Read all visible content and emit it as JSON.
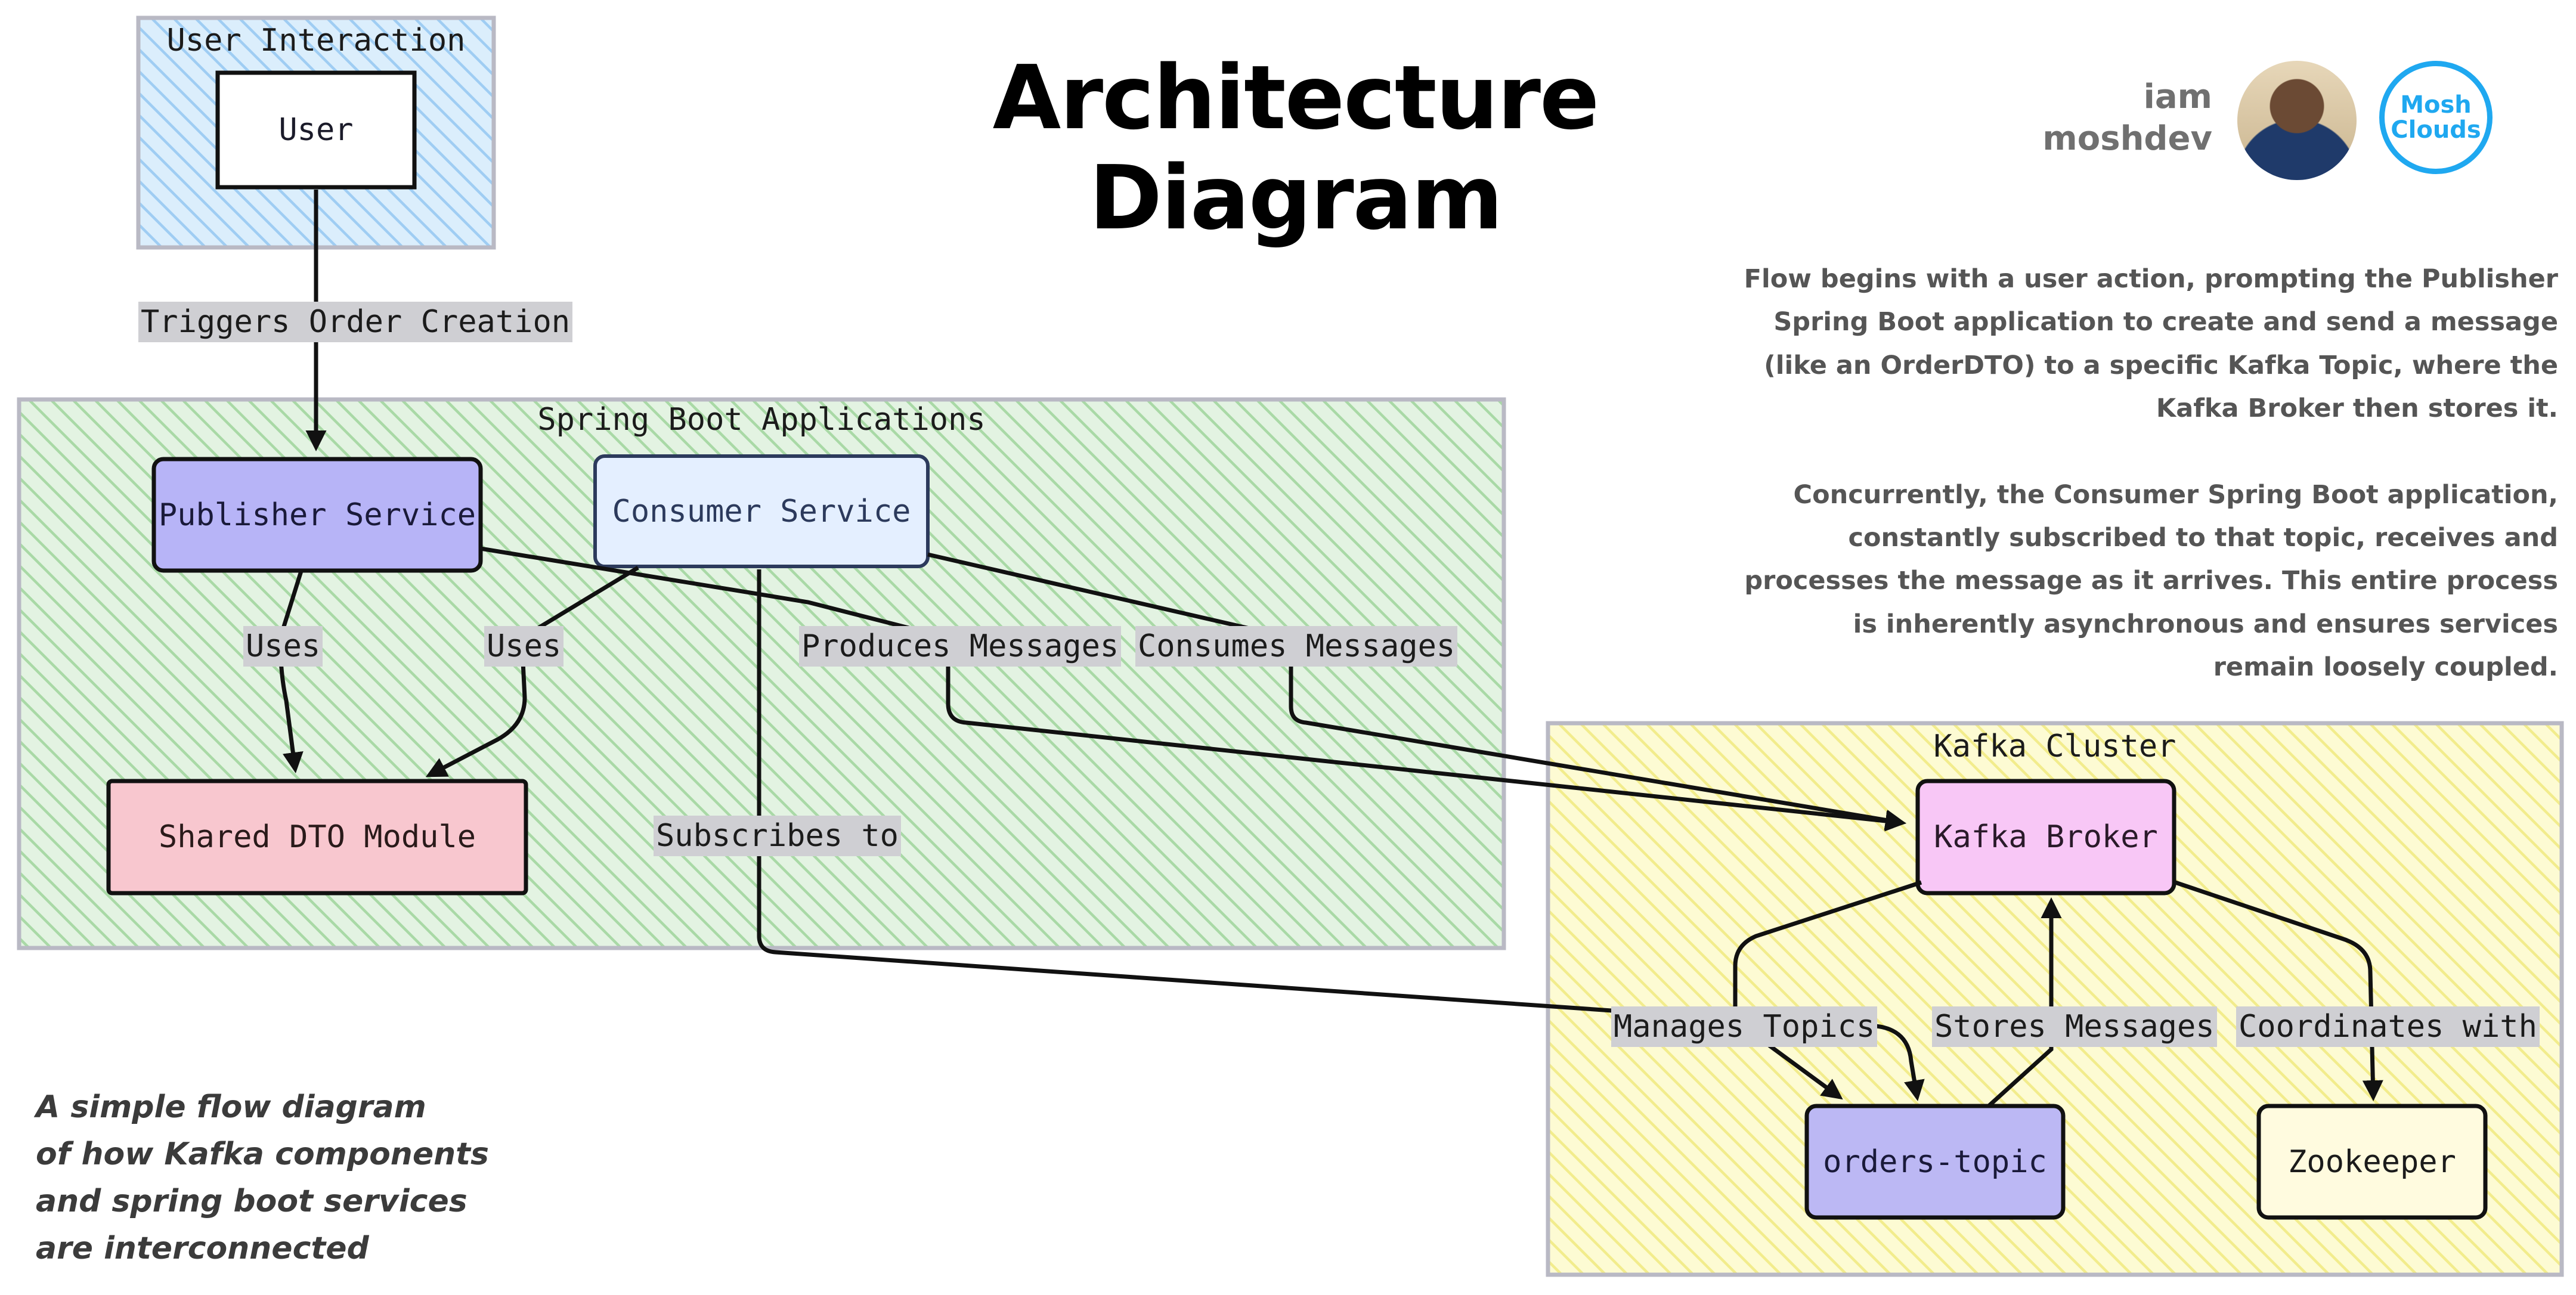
{
  "title": [
    "Architecture",
    "Diagram"
  ],
  "author": [
    "iam",
    "moshdev"
  ],
  "logo": [
    "Mosh",
    "Clouds"
  ],
  "description": [
    "Flow begins with a user action, prompting the Publisher",
    "Spring Boot application to create and send a message",
    "(like an OrderDTO) to a specific Kafka Topic, where the",
    "Kafka Broker then stores it.",
    "",
    "Concurrently, the Consumer Spring Boot application,",
    "constantly subscribed to that topic, receives and",
    "processes the message as it arrives. This entire process",
    "is inherently asynchronous and ensures services",
    "remain loosely coupled."
  ],
  "caption": [
    "A simple flow diagram",
    "of how Kafka components",
    "and spring boot services",
    "are interconnected"
  ],
  "groups": {
    "user_interaction": "User Interaction",
    "spring_boot": "Spring Boot Applications",
    "kafka_cluster": "Kafka Cluster"
  },
  "nodes": {
    "user": "User",
    "publisher": "Publisher Service",
    "consumer": "Consumer Service",
    "shared_dto": "Shared DTO Module",
    "kafka_broker": "Kafka Broker",
    "orders_topic": "orders-topic",
    "zookeeper": "Zookeeper"
  },
  "edges": {
    "triggers": "Triggers Order Creation",
    "uses_publisher": "Uses",
    "uses_consumer": "Uses",
    "produces": "Produces Messages",
    "consumes": "Consumes Messages",
    "subscribes": "Subscribes to",
    "manages": "Manages Topics",
    "stores": "Stores Messages",
    "coordinates": "Coordinates with"
  },
  "colors": {
    "user_group": "#a8d4f6",
    "spring_group": "#b2dcb0",
    "kafka_group": "#f7f29a",
    "publisher_fill": "#b7b4f7",
    "consumer_fill": "#e4efff",
    "shared_dto_fill": "#f8c7cf",
    "kafka_broker_fill": "#f8c7f6",
    "orders_topic_fill": "#bcb8f4",
    "zookeeper_fill": "#fffbdf",
    "logo": "#1fa8f0"
  }
}
